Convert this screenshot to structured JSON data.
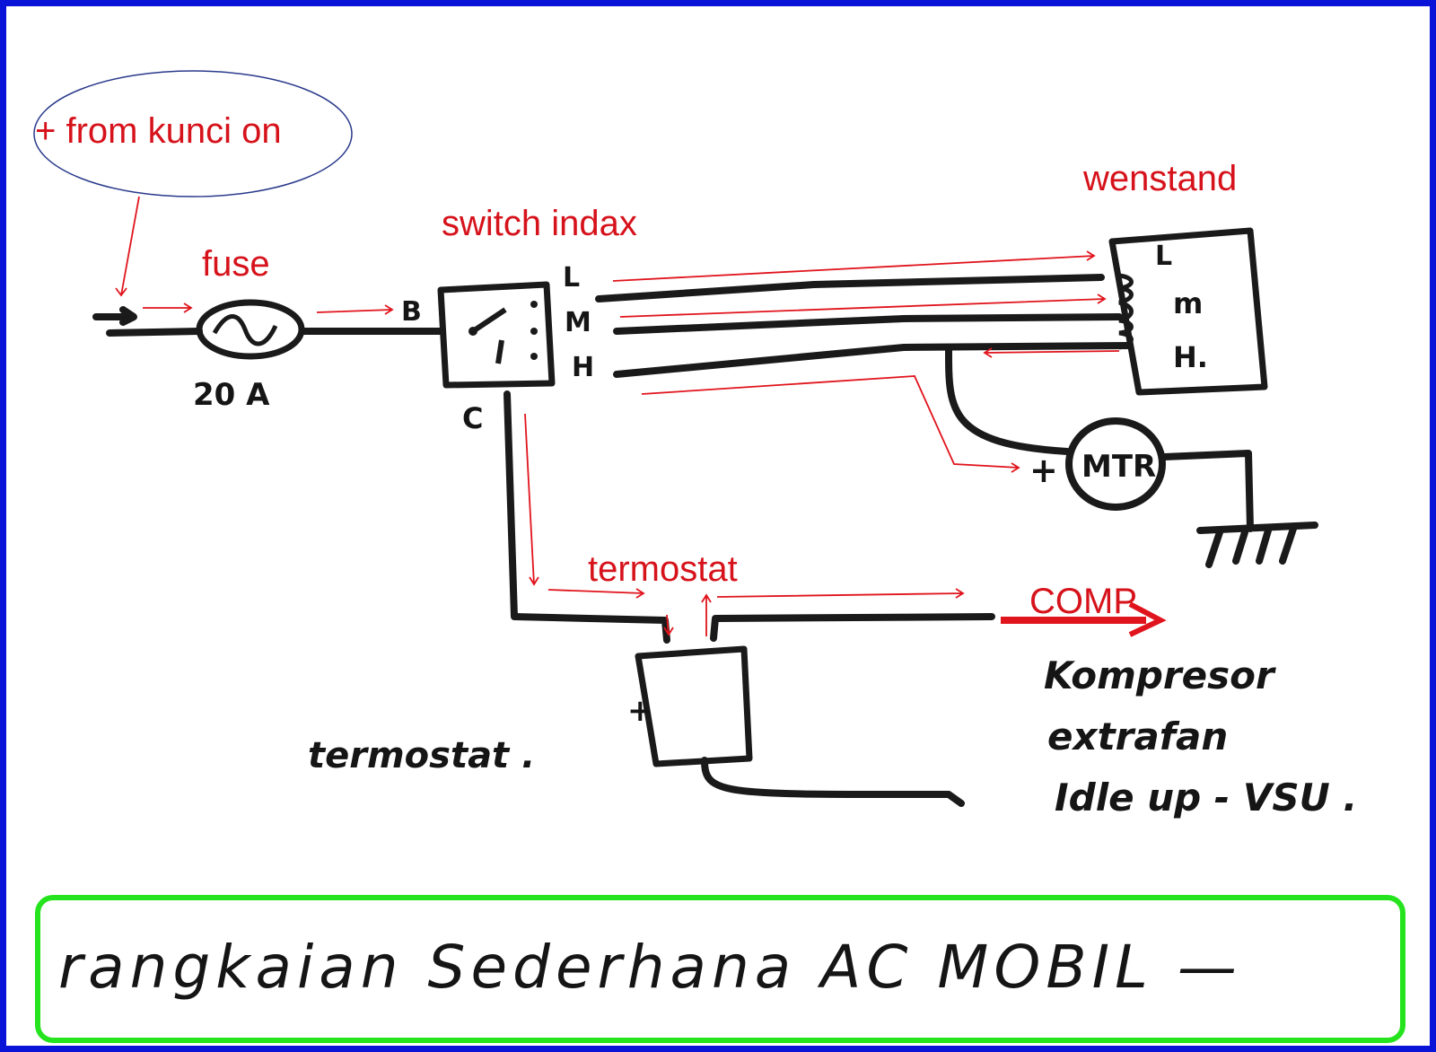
{
  "diagram": {
    "source_label": "+ from kunci on",
    "fuse_label": "fuse",
    "fuse_rating": "20 A",
    "switch_label": "switch indax",
    "switch_terminal_b": "B",
    "switch_terminal_c": "C",
    "switch_outputs": [
      "L",
      "M",
      "H"
    ],
    "resistor_label": "wenstand",
    "resistor_terminals": [
      "L",
      "m",
      "H."
    ],
    "motor_label": "MTR",
    "motor_plus": "+",
    "thermostat_label": "termostat",
    "thermostat_plus": "+",
    "thermostat_note": "termostat .",
    "comp_label": "COMP",
    "comp_notes": [
      "Kompresor",
      "extrafan",
      "Idle up - VSU ."
    ]
  },
  "title": "rangkaian Sederhana   AC MOBIL  —",
  "colors": {
    "frame": "#0a14d8",
    "title_border": "#25e41d",
    "label_red": "#d6121b",
    "ink": "#151515",
    "oval": "#2a3a8c"
  }
}
